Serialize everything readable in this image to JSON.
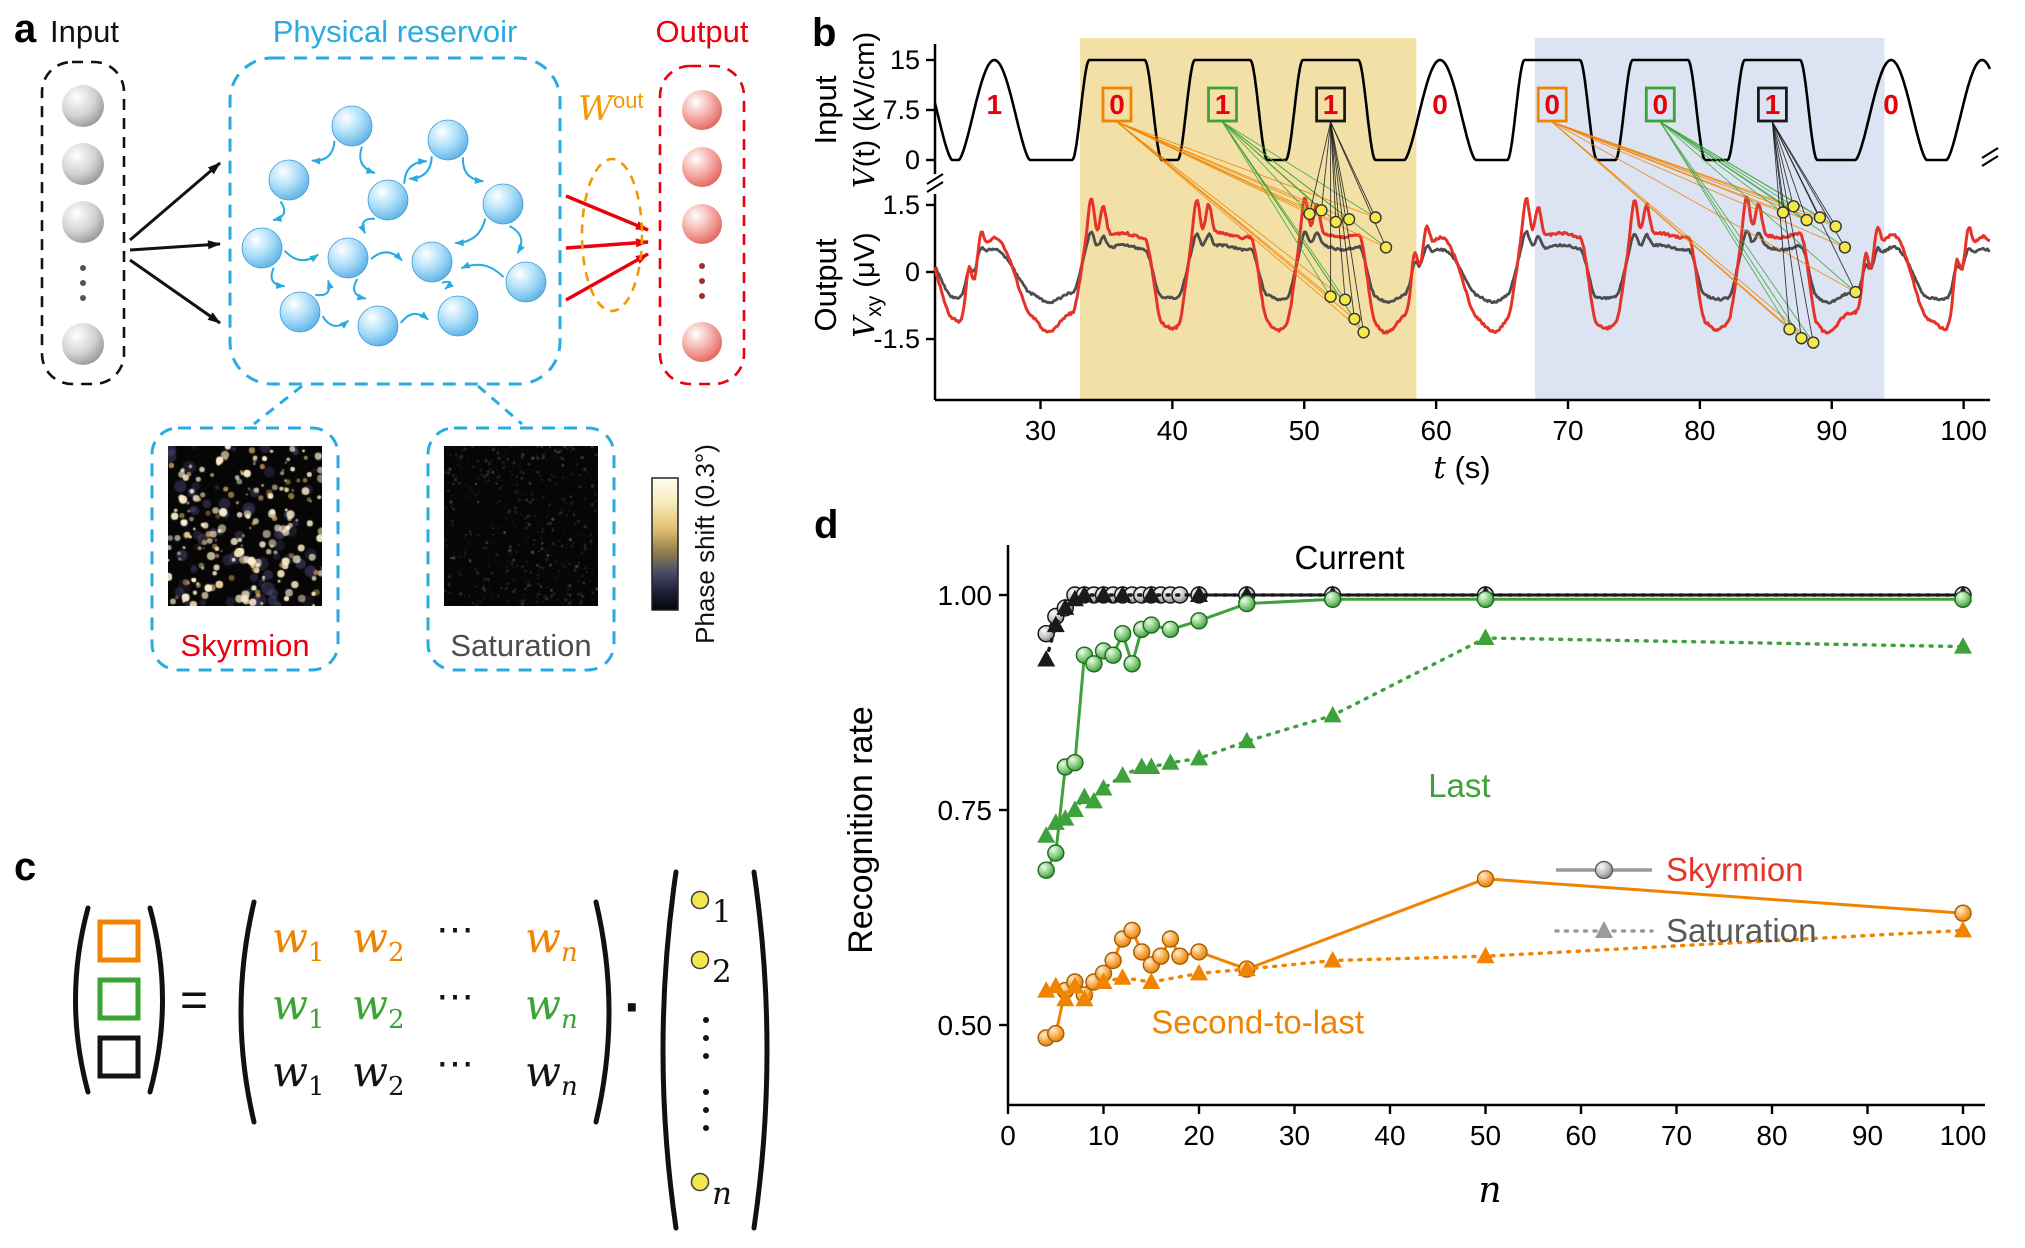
{
  "figure": {
    "panel_a": {
      "label": "a",
      "input_label": "Input",
      "reservoir_label": "Physical reservoir",
      "output_label": "Output",
      "wout": {
        "base": "W",
        "sup": "out"
      },
      "skyrmion_label": "Skyrmion",
      "saturation_label": "Saturation",
      "colorbar_label": "Phase shift (0.3°)"
    },
    "panel_b": {
      "label": "b",
      "input_axis": {
        "word": "Input",
        "v": "V",
        "rest": "(t) (kV/cm)"
      },
      "output_axis": {
        "word": "Output",
        "v": "V",
        "sub": "xy",
        "rest": " (μV)"
      },
      "xaxis": {
        "t": "t",
        "rest": " (s)"
      }
    },
    "panel_c": {
      "label": "c",
      "equals": "=",
      "cdot": "·",
      "cdots": "⋯",
      "w": "w",
      "sub1": "1",
      "sub2": "2",
      "subn": "n",
      "vec1": "1",
      "vec2": "2",
      "vecn": "n"
    },
    "panel_d": {
      "label": "d",
      "ylabel": "Recognition rate",
      "xlabel": "n"
    }
  },
  "colors": {
    "reservoir_blue": "#29abe2",
    "output_red": "#e8000d",
    "orange": "#f08300",
    "green": "#3aa535",
    "skyrmion_curve": "#e63329",
    "saturation_curve": "#4d4d4d",
    "sample_dot": "#f5e94a",
    "band_tan": "#f2e0a6",
    "band_blue": "#dce3f2"
  },
  "chart_data": [
    {
      "type": "line",
      "panel": "b",
      "xlabel": "t (s)",
      "xlim": [
        22,
        102
      ],
      "xticks": [
        30,
        40,
        50,
        60,
        70,
        80,
        90,
        100
      ],
      "input": {
        "ylabel": "Input V(t) (kV/cm)",
        "ylim": [
          0,
          15
        ],
        "yticks": [
          15,
          7.5,
          0
        ],
        "bit_sequence": [
          "1",
          "0",
          "1",
          "1",
          "0",
          "0",
          "0",
          "1",
          "0"
        ],
        "bits": [
          {
            "t": 26.5,
            "value": "1",
            "box": null,
            "shape": "round"
          },
          {
            "t": 35.8,
            "value": "0",
            "box": "orange",
            "shape": "flat"
          },
          {
            "t": 43.8,
            "value": "1",
            "box": "green",
            "shape": "flat"
          },
          {
            "t": 52.0,
            "value": "1",
            "box": "black",
            "shape": "flat"
          },
          {
            "t": 60.3,
            "value": "0",
            "box": null,
            "shape": "round"
          },
          {
            "t": 68.8,
            "value": "0",
            "box": "orange",
            "shape": "flat"
          },
          {
            "t": 77.0,
            "value": "0",
            "box": "green",
            "shape": "flat"
          },
          {
            "t": 85.5,
            "value": "1",
            "box": "black",
            "shape": "flat"
          },
          {
            "t": 94.5,
            "value": "0",
            "box": null,
            "shape": "round"
          }
        ]
      },
      "output": {
        "ylabel": "Output Vxy (μV)",
        "ylim": [
          -1.9,
          1.9
        ],
        "yticks": [
          1.5,
          0,
          -1.5
        ],
        "series": [
          {
            "name": "Skyrmion",
            "color": "#e63329"
          },
          {
            "name": "Saturation",
            "color": "#4d4d4d"
          }
        ],
        "sample_points": {
          "group1": [
            [
              50.4,
              1.3
            ],
            [
              51.3,
              1.38
            ],
            [
              52.4,
              1.12
            ],
            [
              53.4,
              1.18
            ],
            [
              55.4,
              1.22
            ],
            [
              56.2,
              0.55
            ],
            [
              52.0,
              -0.55
            ],
            [
              53.1,
              -0.62
            ],
            [
              53.8,
              -1.05
            ],
            [
              54.5,
              -1.35
            ]
          ],
          "group2": [
            [
              86.3,
              1.33
            ],
            [
              87.1,
              1.47
            ],
            [
              88.1,
              1.16
            ],
            [
              89.1,
              1.22
            ],
            [
              90.3,
              1.02
            ],
            [
              91.0,
              0.55
            ],
            [
              86.8,
              -1.28
            ],
            [
              87.7,
              -1.48
            ],
            [
              88.6,
              -1.58
            ],
            [
              91.8,
              -0.45
            ]
          ]
        }
      },
      "shaded_regions": [
        {
          "from": 33,
          "to": 58.5,
          "color": "#f2e0a6"
        },
        {
          "from": 67.5,
          "to": 94,
          "color": "#dce3f2"
        }
      ]
    },
    {
      "type": "scatter",
      "panel": "d",
      "xlabel": "n",
      "ylabel": "Recognition rate",
      "xlim": [
        0,
        102
      ],
      "ylim": [
        0.4,
        1.05
      ],
      "xticks": [
        0,
        10,
        20,
        30,
        40,
        50,
        60,
        70,
        80,
        90,
        100
      ],
      "yticks": [
        0.5,
        0.75,
        1.0
      ],
      "legend": {
        "skyrmion": "Skyrmion",
        "saturation": "Saturation"
      },
      "series": [
        {
          "name": "Current - Skyrmion",
          "group": "current",
          "marker": "circle",
          "line": "solid",
          "color": "#1a1a1a",
          "points": [
            [
              4,
              0.955
            ],
            [
              5,
              0.975
            ],
            [
              6,
              0.985
            ],
            [
              7,
              1.0
            ],
            [
              8,
              1.0
            ],
            [
              9,
              1.0
            ],
            [
              10,
              1.0
            ],
            [
              11,
              1.0
            ],
            [
              12,
              1.0
            ],
            [
              13,
              1.0
            ],
            [
              14,
              1.0
            ],
            [
              15,
              1.0
            ],
            [
              16,
              1.0
            ],
            [
              17,
              1.0
            ],
            [
              18,
              1.0
            ],
            [
              20,
              1.0
            ],
            [
              25,
              1.0
            ],
            [
              34,
              1.0
            ],
            [
              50,
              1.0
            ],
            [
              100,
              1.0
            ]
          ]
        },
        {
          "name": "Current - Saturation",
          "group": "current",
          "marker": "triangle",
          "line": "dotted",
          "color": "#1a1a1a",
          "points": [
            [
              4,
              0.925
            ],
            [
              5,
              0.965
            ],
            [
              6,
              0.985
            ],
            [
              7,
              0.995
            ],
            [
              8,
              1.0
            ],
            [
              10,
              1.0
            ],
            [
              12,
              1.0
            ],
            [
              15,
              1.0
            ],
            [
              20,
              1.0
            ],
            [
              25,
              1.0
            ],
            [
              34,
              1.0
            ],
            [
              50,
              1.0
            ],
            [
              100,
              1.0
            ]
          ]
        },
        {
          "name": "Last - Skyrmion",
          "group": "last",
          "marker": "circle",
          "line": "solid",
          "color": "#3fa13c",
          "points": [
            [
              4,
              0.68
            ],
            [
              5,
              0.7
            ],
            [
              6,
              0.8
            ],
            [
              7,
              0.805
            ],
            [
              8,
              0.93
            ],
            [
              9,
              0.92
            ],
            [
              10,
              0.935
            ],
            [
              11,
              0.93
            ],
            [
              12,
              0.955
            ],
            [
              13,
              0.92
            ],
            [
              14,
              0.96
            ],
            [
              15,
              0.965
            ],
            [
              17,
              0.96
            ],
            [
              20,
              0.97
            ],
            [
              25,
              0.99
            ],
            [
              34,
              0.995
            ],
            [
              50,
              0.995
            ],
            [
              100,
              0.995
            ]
          ]
        },
        {
          "name": "Last - Saturation",
          "group": "last",
          "marker": "triangle",
          "line": "dotted",
          "color": "#3fa13c",
          "points": [
            [
              4,
              0.72
            ],
            [
              5,
              0.735
            ],
            [
              6,
              0.74
            ],
            [
              7,
              0.75
            ],
            [
              8,
              0.765
            ],
            [
              9,
              0.76
            ],
            [
              10,
              0.775
            ],
            [
              12,
              0.79
            ],
            [
              14,
              0.8
            ],
            [
              15,
              0.8
            ],
            [
              17,
              0.805
            ],
            [
              20,
              0.81
            ],
            [
              25,
              0.83
            ],
            [
              34,
              0.86
            ],
            [
              50,
              0.95
            ],
            [
              100,
              0.94
            ]
          ]
        },
        {
          "name": "Second-to-last - Skyrmion",
          "group": "second",
          "marker": "circle",
          "line": "solid",
          "color": "#f08300",
          "points": [
            [
              4,
              0.485
            ],
            [
              5,
              0.49
            ],
            [
              6,
              0.54
            ],
            [
              7,
              0.55
            ],
            [
              8,
              0.535
            ],
            [
              9,
              0.55
            ],
            [
              10,
              0.56
            ],
            [
              11,
              0.575
            ],
            [
              12,
              0.6
            ],
            [
              13,
              0.61
            ],
            [
              14,
              0.585
            ],
            [
              15,
              0.57
            ],
            [
              16,
              0.58
            ],
            [
              17,
              0.6
            ],
            [
              18,
              0.58
            ],
            [
              20,
              0.585
            ],
            [
              25,
              0.565
            ],
            [
              50,
              0.67
            ],
            [
              100,
              0.63
            ]
          ]
        },
        {
          "name": "Second-to-last - Saturation",
          "group": "second",
          "marker": "triangle",
          "line": "dotted",
          "color": "#f08300",
          "points": [
            [
              4,
              0.54
            ],
            [
              5,
              0.545
            ],
            [
              6,
              0.53
            ],
            [
              7,
              0.545
            ],
            [
              8,
              0.53
            ],
            [
              10,
              0.55
            ],
            [
              12,
              0.555
            ],
            [
              15,
              0.55
            ],
            [
              20,
              0.56
            ],
            [
              25,
              0.565
            ],
            [
              34,
              0.575
            ],
            [
              50,
              0.58
            ],
            [
              100,
              0.61
            ]
          ]
        }
      ],
      "annotations": [
        {
          "text": "Current",
          "color": "#000000",
          "n": 30,
          "rate": 1.03
        },
        {
          "text": "Last",
          "color": "#3fa13c",
          "n": 44,
          "rate": 0.765
        },
        {
          "text": "Second-to-last",
          "color": "#f08300",
          "n": 15,
          "rate": 0.49
        }
      ]
    }
  ]
}
